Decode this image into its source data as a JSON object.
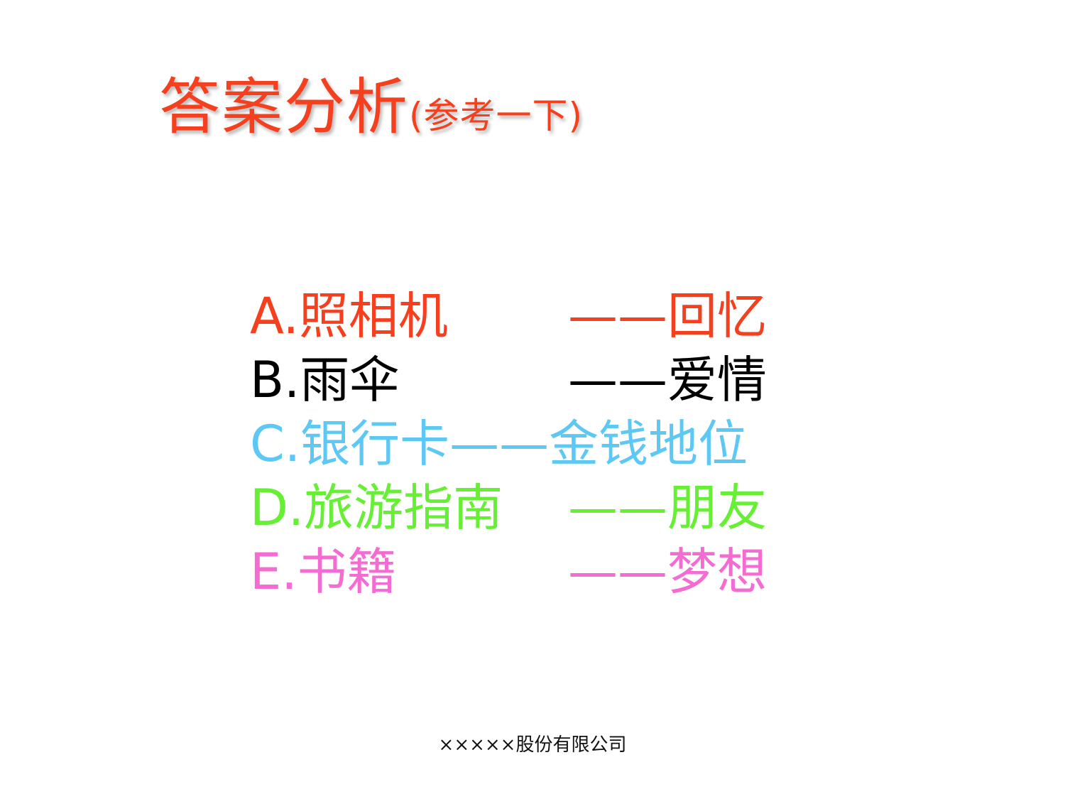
{
  "title": {
    "main": "答案分析",
    "sub": "(参考一下)"
  },
  "answers": [
    {
      "left": "A.照相机",
      "right": "——回忆",
      "full": ""
    },
    {
      "left": "B.雨伞",
      "right": "——爱情",
      "full": ""
    },
    {
      "left": "",
      "right": "",
      "full": "C.银行卡——金钱地位"
    },
    {
      "left": "D.旅游指南",
      "right": "——朋友",
      "full": ""
    },
    {
      "left": "E.书籍",
      "right": "——梦想",
      "full": ""
    }
  ],
  "footer": "×××××股份有限公司",
  "colors": {
    "title": "#f4401f",
    "a": "#f4401f",
    "b": "#000000",
    "c": "#5ec8f5",
    "d": "#66ef34",
    "e": "#f46bd1"
  }
}
